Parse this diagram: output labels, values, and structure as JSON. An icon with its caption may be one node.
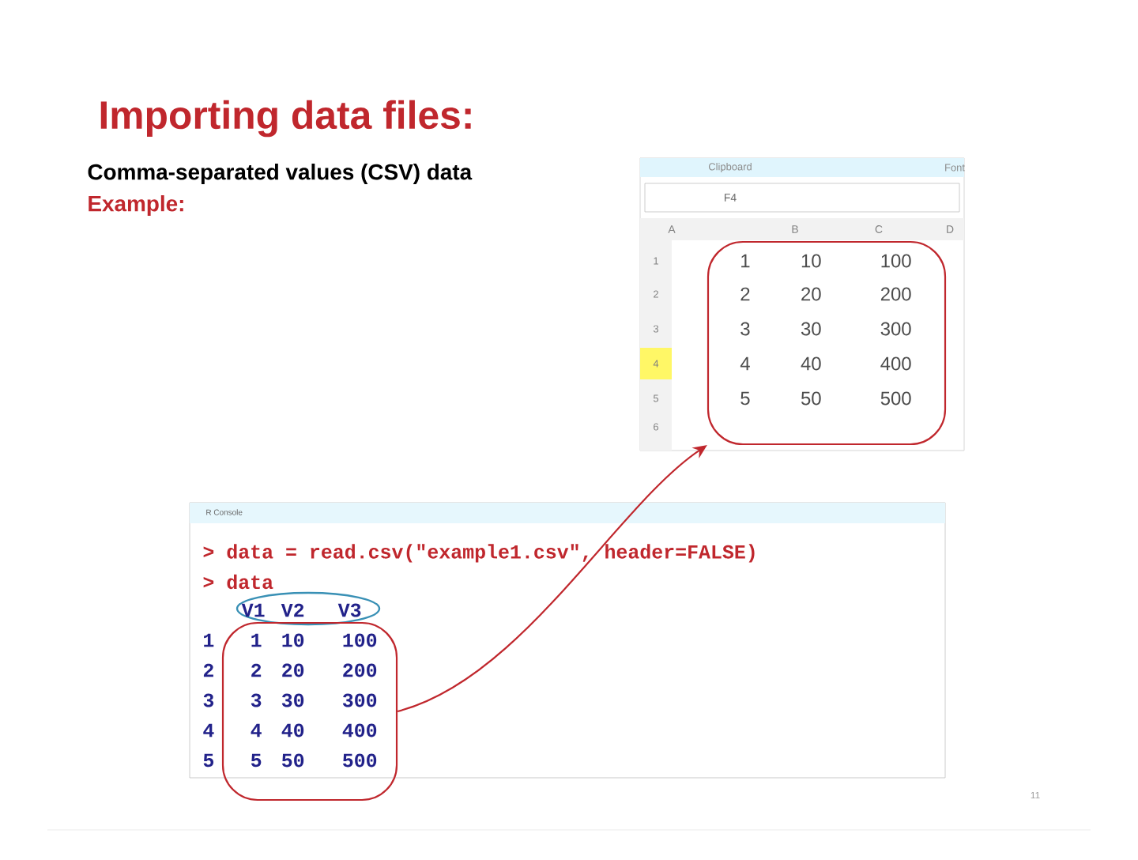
{
  "diagram": {
    "title": "Importing data files:",
    "nodes": [
      {
        "text": [],
        "shape": "box"
      },
      {
        "text": [],
        "shape": "box"
      }
    ],
    "edges": [
      {
        "from": 0,
        "to": 1,
        "arrow": "to",
        "color": "#c0272d"
      }
    ],
    "labels": [
      "Comma-separated values (CSV) data",
      "Example:",
      "Clipboard",
      "Font",
      "F4",
      "A",
      "B",
      "C",
      "D",
      "1",
      "2",
      "3",
      "4",
      "5",
      "6",
      "1",
      "10",
      "100",
      "2",
      "20",
      "200",
      "3",
      "30",
      "300",
      "4",
      "40",
      "400",
      "5",
      "50",
      "500",
      "R Console",
      "> data =  read.csv(\"example1.csv\", header=FALSE)",
      "> data",
      "V1",
      "V2",
      "V3",
      "1",
      "1",
      "10",
      "100",
      "2",
      "2",
      "20",
      "200",
      "3",
      "3",
      "30",
      "300",
      "4",
      "4",
      "40",
      "400",
      "5",
      "5",
      "50",
      "500",
      "11"
    ]
  }
}
